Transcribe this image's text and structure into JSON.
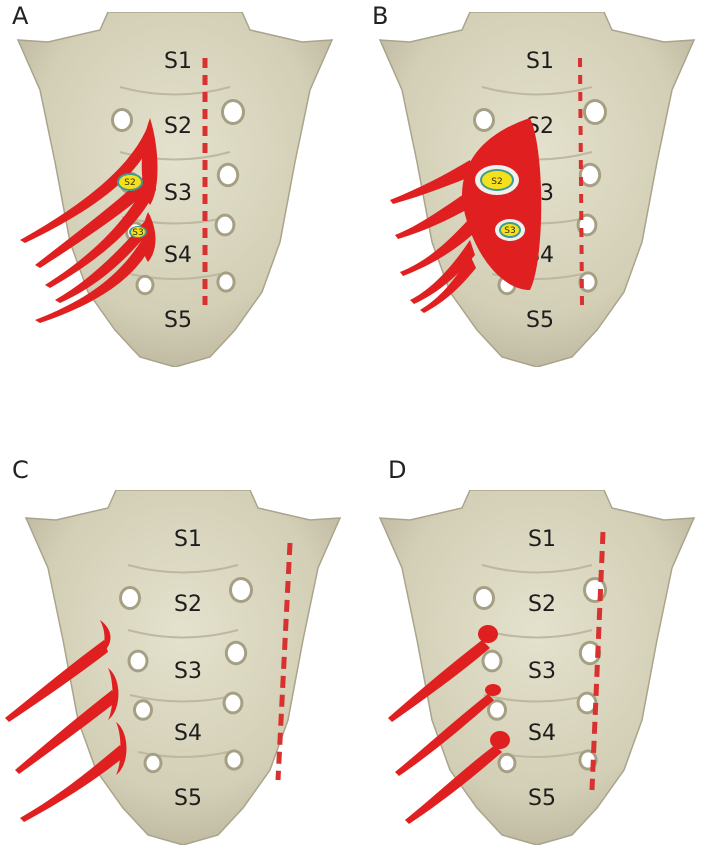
{
  "colors": {
    "bone": "#d9d5bf",
    "bone_shadow": "#b7b29a",
    "nerve": "#e02020",
    "midline": "#d93030",
    "root_fill": "#f4e01c",
    "root_ring": "#3f9a8f"
  },
  "panels": [
    {
      "letter": "A",
      "levels": [
        "S1",
        "S2",
        "S3",
        "S4",
        "S5"
      ],
      "roots": [
        "S2",
        "S3"
      ]
    },
    {
      "letter": "B",
      "levels": [
        "S1",
        "S2",
        "S3",
        "S4",
        "S5"
      ],
      "roots": [
        "S2",
        "S3"
      ]
    },
    {
      "letter": "C",
      "levels": [
        "S1",
        "S2",
        "S3",
        "S4",
        "S5"
      ],
      "roots": []
    },
    {
      "letter": "D",
      "levels": [
        "S1",
        "S2",
        "S3",
        "S4",
        "S5"
      ],
      "roots": []
    }
  ]
}
